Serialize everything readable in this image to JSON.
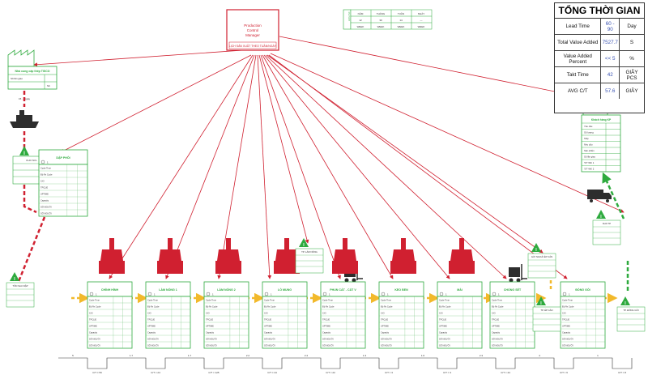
{
  "diagram": {
    "control": {
      "title_lines": [
        "Production",
        "Control",
        "Manager"
      ],
      "subtitle": "LỊCH SẢN XUẤT THEO TUẦN/NGÀY"
    },
    "calendar": {
      "side_label": "LỊCH SX",
      "headers": [
        "NĂM",
        "THÁNG",
        "TUẦN",
        "NGÀY"
      ],
      "row1": [
        "12",
        "30",
        "14",
        "—"
      ],
      "row2": [
        "WEEK",
        "WEEK",
        "WEEK",
        "WEEK"
      ]
    },
    "supplier": {
      "label": "Nhà cung cấp thép TISCO",
      "row1": "Số lần giao",
      "row2": "Số"
    },
    "customer": {
      "label": "Khách hàng KP",
      "rows": [
        "Yêu cầu",
        "Số lượng",
        "Ship",
        "Nhu cầu",
        "Sản phẩm",
        "Số lần giao",
        "'ST' WK 1",
        "'ST' WK 2"
      ]
    },
    "trucks_note": "15 ... ngày",
    "processes": [
      {
        "title": "DẬP PHÔI",
        "operator": "1"
      },
      {
        "title": "CHÍNH HÌNH",
        "operator": "1"
      },
      {
        "title": "LÀM NÓNG 1",
        "operator": "1"
      },
      {
        "title": "LÀM NÓNG 2",
        "operator": "1"
      },
      {
        "title": "LÒ MUNG",
        "operator": "1"
      },
      {
        "title": "PHUN CÁT - CẮT V",
        "operator": "1"
      },
      {
        "title": "KEO BEN",
        "operator": "1"
      },
      {
        "title": "MÀI",
        "operator": "1"
      },
      {
        "title": "CHỐNG SÉT",
        "operator": "1"
      },
      {
        "title": "ĐÓNG GÓI",
        "operator": "1"
      }
    ],
    "process_row_labels": [
      "Cycle Time",
      "Độ Ấn Cycle",
      "C/O",
      "TPCLIE",
      "UPTIME",
      "Capacity",
      "SỐ NGƯỜI",
      "SỐ NGƯỜI"
    ],
    "inventories": [
      {
        "label": "TỒN SAU DẬP"
      },
      {
        "label": "TP. LÀM NÓNG"
      },
      {
        "label": "GỬI NGOÀI ÉP CÁN"
      },
      {
        "label": "TP. ÉP CÁN"
      },
      {
        "label": "KHO TP"
      },
      {
        "label": "TP. ĐÓNG GÓI"
      }
    ],
    "kho": {
      "label": "KHO NVL"
    },
    "timeline_days": [
      "5",
      "1.7",
      "1.7",
      "2.2",
      "2.4",
      "1.3",
      "1.6",
      "2.3",
      "4",
      "1"
    ],
    "timeline_ct": [
      "C/T = 56",
      "C/T = 24",
      "C/T = 125",
      "C/T = 44",
      "C/T = 22",
      "C/T = 3",
      "C/T = 3",
      "C/T = 44",
      "C/T = 6",
      "C/T = 8"
    ]
  },
  "summary": {
    "title": "TỔNG THỜI GIAN",
    "rows": [
      {
        "label": "Lead Time",
        "value": "60 - 90",
        "unit": "Day"
      },
      {
        "label": "Total Value Added",
        "value": "7527.7",
        "unit": "S"
      },
      {
        "label": "Value Added Percent",
        "value": "<< 5",
        "unit": "%"
      },
      {
        "label": "Takt Time",
        "value": "42",
        "unit": "GIÂY PCS"
      },
      {
        "label": "AVG C/T",
        "value": "57.6",
        "unit": "GIÂY"
      }
    ]
  },
  "colors": {
    "red": "#d02030",
    "green": "#2eaa3e",
    "yellow": "#f2b92b",
    "dark": "#2d2d2d"
  }
}
